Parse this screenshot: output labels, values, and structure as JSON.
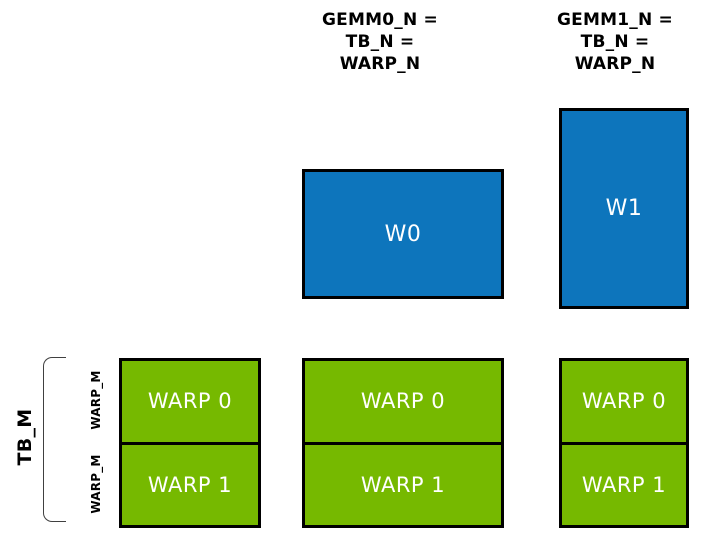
{
  "diagram": {
    "title_semantic": "GEMM warp tiling diagram",
    "colors": {
      "blue": "#0d75bc",
      "green": "#76b900",
      "border": "#000000",
      "bracket": "#404040"
    },
    "column_labels": [
      {
        "lines": [
          "GEMM0_N =",
          "TB_N =",
          "WARP_N"
        ]
      },
      {
        "lines": [
          "GEMM1_N =",
          "TB_N =",
          "WARP_N"
        ]
      }
    ],
    "blue_boxes": [
      {
        "label": "W0"
      },
      {
        "label": "W1"
      }
    ],
    "left_axis": {
      "tb_label": "TB_M",
      "warp_row_labels": [
        "WARP_M",
        "WARP_M"
      ]
    },
    "green_groups": [
      {
        "rows": [
          "WARP 0",
          "WARP 1"
        ]
      },
      {
        "rows": [
          "WARP 0",
          "WARP 1"
        ]
      },
      {
        "rows": [
          "WARP 0",
          "WARP 1"
        ]
      }
    ]
  }
}
